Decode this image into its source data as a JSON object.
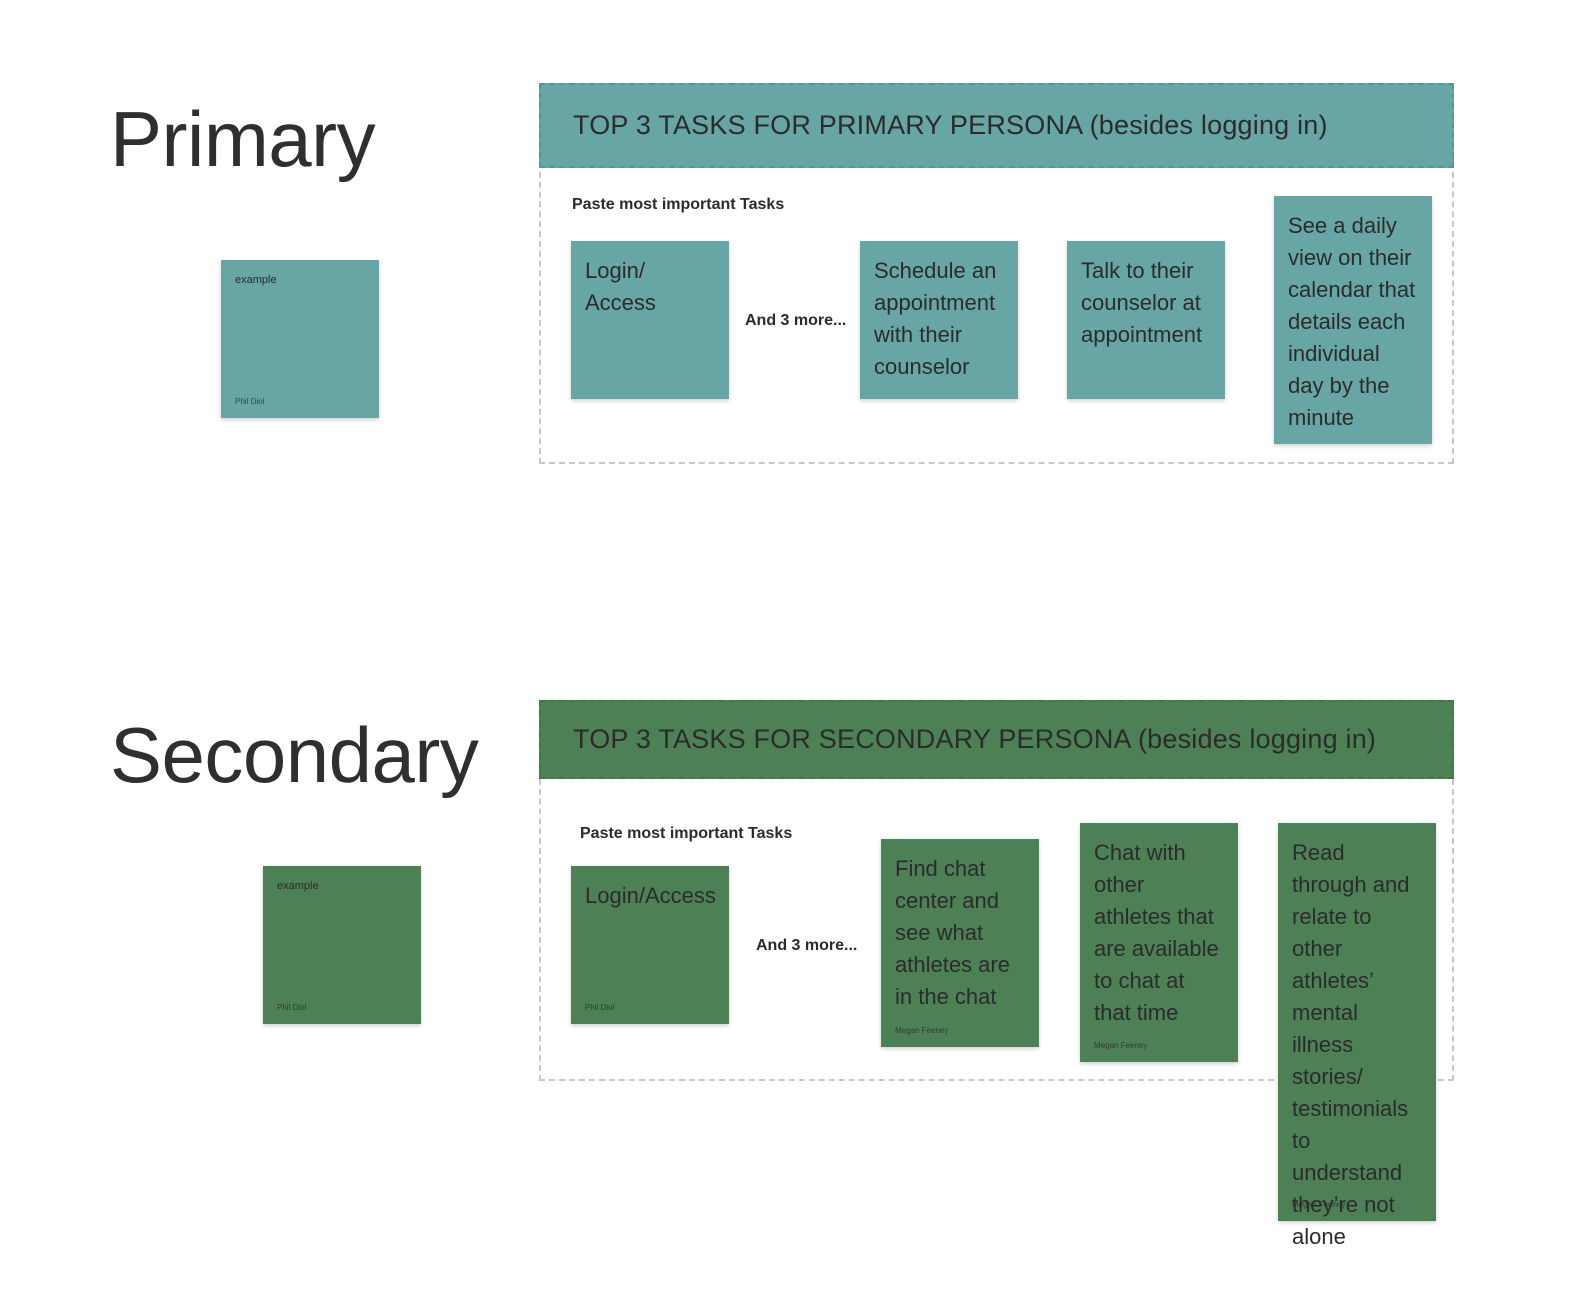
{
  "primary": {
    "title": "Primary",
    "color": "#68a6a6",
    "example_note": {
      "text": "example",
      "author": "Phil Diol"
    },
    "frame": {
      "header": "TOP 3 TASKS FOR PRIMARY PERSONA (besides logging in)",
      "caption": "Paste most important Tasks",
      "more_label": "And 3 more...",
      "notes": [
        {
          "text": "Login/\nAccess"
        },
        {
          "text": "Schedule an appointment with their counselor"
        },
        {
          "text": "Talk to their counselor at appointment"
        },
        {
          "text": "See a daily view on their calendar that details each individual day by the minute"
        }
      ]
    }
  },
  "secondary": {
    "title": "Secondary",
    "color": "#4e8055",
    "example_note": {
      "text": "example",
      "author": "Phil Diol"
    },
    "frame": {
      "header": "TOP 3 TASKS FOR SECONDARY PERSONA (besides logging in)",
      "caption": "Paste most important Tasks",
      "more_label": "And 3 more...",
      "notes": [
        {
          "text": "Login/Access",
          "author": "Phil Diol"
        },
        {
          "text": "Find chat center and see what athletes are in the chat",
          "author": "Megan Feeney"
        },
        {
          "text": "Chat with other athletes that are available to chat at that time",
          "author": "Megan Feeney"
        },
        {
          "text": "Read through and relate to other athletes’ mental illness stories/ testimonials to understand they’re not alone",
          "author": "Megan Feeney"
        }
      ]
    }
  }
}
